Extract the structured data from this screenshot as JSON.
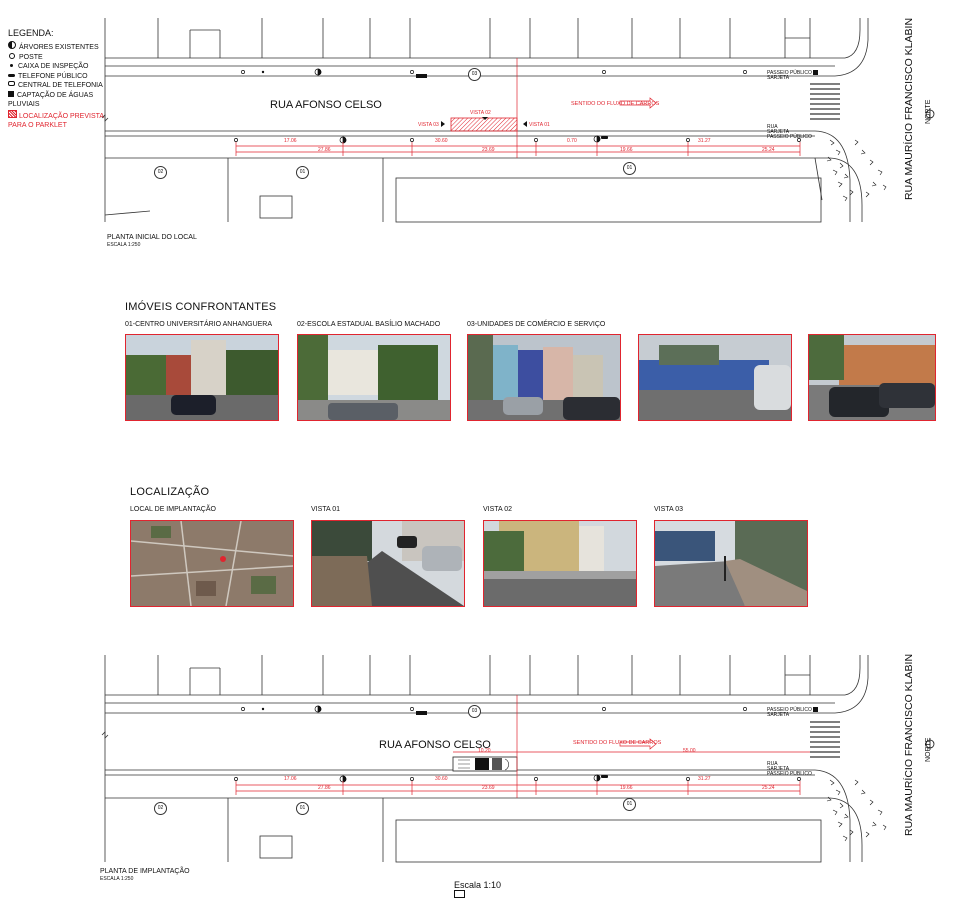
{
  "legend": {
    "title": "LEGENDA:",
    "items": [
      {
        "label": "ÁRVORES EXISTENTES",
        "icon": "tree-icon"
      },
      {
        "label": "POSTE",
        "icon": "pole-icon"
      },
      {
        "label": "CAIXA DE INSPEÇÃO",
        "icon": "inspection-box-icon"
      },
      {
        "label": "TELEFONE PÚBLICO",
        "icon": "phone-icon"
      },
      {
        "label": "CENTRAL DE TELEFONIA",
        "icon": "telephony-icon"
      },
      {
        "label": "CAPTAÇÃO DE ÁGUAS",
        "label2": "PLUVIAIS",
        "icon": "drain-icon"
      },
      {
        "label": "LOCALIZAÇÃO PREVISTA",
        "label2": "PARA O PARKLET",
        "icon": "parklet-hatch-icon"
      }
    ]
  },
  "plan1": {
    "street": "RUA AFONSO CELSO",
    "cross_street": "RUA MAURÍCIO FRANCISCO KLABIN",
    "north": "NORTE",
    "flow": "SENTIDO DO FLUXO DE CARROS",
    "views": [
      "VISTA 03",
      "VISTA 02",
      "VISTA 01"
    ],
    "dims": [
      "17.06",
      "27.86",
      "30.60",
      "23.69",
      "19.66",
      "31.27",
      "25.24",
      "0.70"
    ],
    "lot_labels": [
      "03",
      "02",
      "01",
      "01"
    ],
    "sidewalk_labels": [
      "PASSEIO PÚBLICO",
      "SARJETA",
      "RUA",
      "SARJETA",
      "PASSEIO PÚBLICO"
    ],
    "title": "PLANTA INICIAL DO LOCAL",
    "scale": "ESCALA 1:250"
  },
  "imoveis": {
    "title": "IMÓVEIS CONFRONTANTES",
    "captions": [
      "01-CENTRO UNIVERSITÁRIO ANHANGUERA",
      "02-ESCOLA ESTADUAL BASÍLIO MACHADO",
      "03-UNIDADES DE COMÉRCIO E SERVIÇO"
    ]
  },
  "localizacao": {
    "title": "LOCALIZAÇÃO",
    "captions": [
      "LOCAL DE IMPLANTAÇÃO",
      "VISTA 01",
      "VISTA 02",
      "VISTA 03"
    ]
  },
  "plan2": {
    "street": "RUA AFONSO CELSO",
    "cross_street": "RUA MAURÍCIO FRANCISCO KLABIN",
    "north": "NORTE",
    "flow": "SENTIDO DO FLUXO DE CARROS",
    "dims": [
      "10.20",
      "55.00",
      "17.06",
      "27.86",
      "30.60",
      "23.69",
      "19.66",
      "31.27",
      "25.24"
    ],
    "lot_labels": [
      "03",
      "02",
      "01",
      "01"
    ],
    "sidewalk_labels": [
      "PASSEIO PÚBLICO",
      "SARJETA",
      "RUA",
      "SARJETA",
      "PASSEIO PÚBLICO"
    ],
    "title": "PLANTA DE IMPLANTAÇÃO",
    "scale": "ESCALA 1:250"
  },
  "footer": {
    "scale": "Escala 1:10"
  },
  "colors": {
    "red": "#e0252f",
    "line": "#333333"
  }
}
